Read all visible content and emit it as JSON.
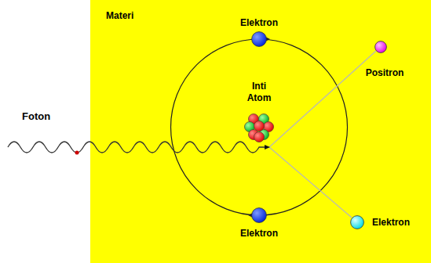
{
  "diagram": {
    "nodes": [
      {
        "text": [
          "Materi"
        ]
      },
      {
        "text": [
          "Elektron"
        ],
        "in": 0
      },
      {
        "text": [
          "Positron"
        ],
        "in": 0
      },
      {
        "text": [
          "Inti Atom"
        ],
        "in": 0
      },
      {
        "text": [
          "Elektron"
        ],
        "in": 0
      },
      {
        "text": [
          "Elektron"
        ],
        "in": 0
      }
    ],
    "labels": [
      "Foton"
    ]
  }
}
